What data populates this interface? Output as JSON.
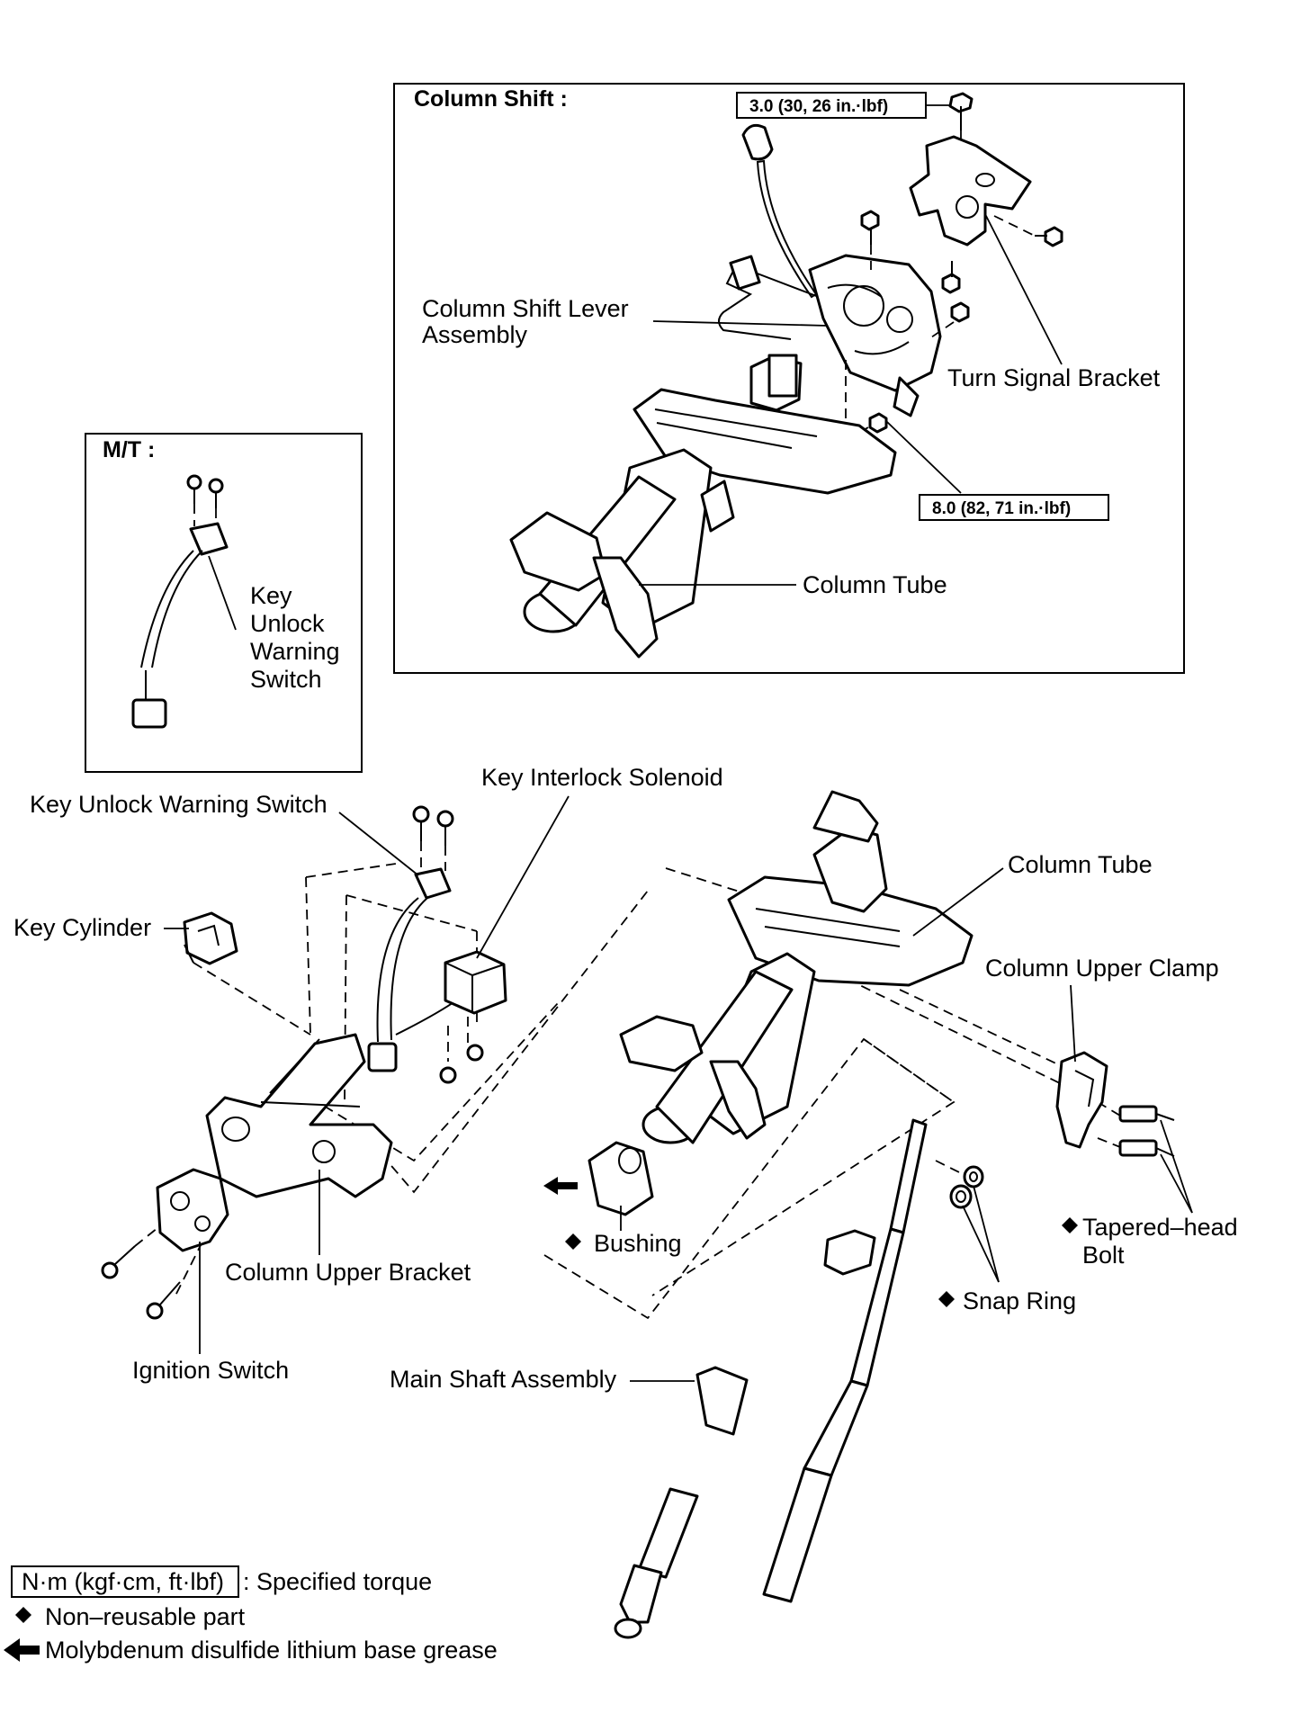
{
  "inset_column_shift": {
    "header": "Column Shift :",
    "torque_upper": "3.0 (30, 26 in.·lbf)",
    "torque_lower": "8.0 (82, 71 in.·lbf)",
    "label_shift_lever_line1": "Column Shift Lever",
    "label_shift_lever_line2": "Assembly",
    "label_turn_signal": "Turn Signal Bracket",
    "label_column_tube": "Column Tube"
  },
  "inset_mt": {
    "header": "M/T :",
    "label_line1": "Key",
    "label_line2": "Unlock",
    "label_line3": "Warning",
    "label_line4": "Switch"
  },
  "main": {
    "key_interlock_solenoid": "Key Interlock Solenoid",
    "key_unlock_warning_switch": "Key Unlock Warning Switch",
    "key_cylinder": "Key Cylinder",
    "column_tube": "Column Tube",
    "column_upper_clamp": "Column Upper Clamp",
    "tapered_head_bolt_line1": "Tapered–head",
    "tapered_head_bolt_line2": "Bolt",
    "bushing": "Bushing",
    "snap_ring": "Snap Ring",
    "column_upper_bracket": "Column Upper Bracket",
    "ignition_switch": "Ignition Switch",
    "main_shaft_assembly": "Main Shaft Assembly"
  },
  "legend": {
    "torque_unit": "N·m (kgf·cm, ft·lbf)",
    "torque_desc": ": Specified torque",
    "nonreusable": "Non–reusable part",
    "grease": "Molybdenum disulfide lithium base grease"
  }
}
